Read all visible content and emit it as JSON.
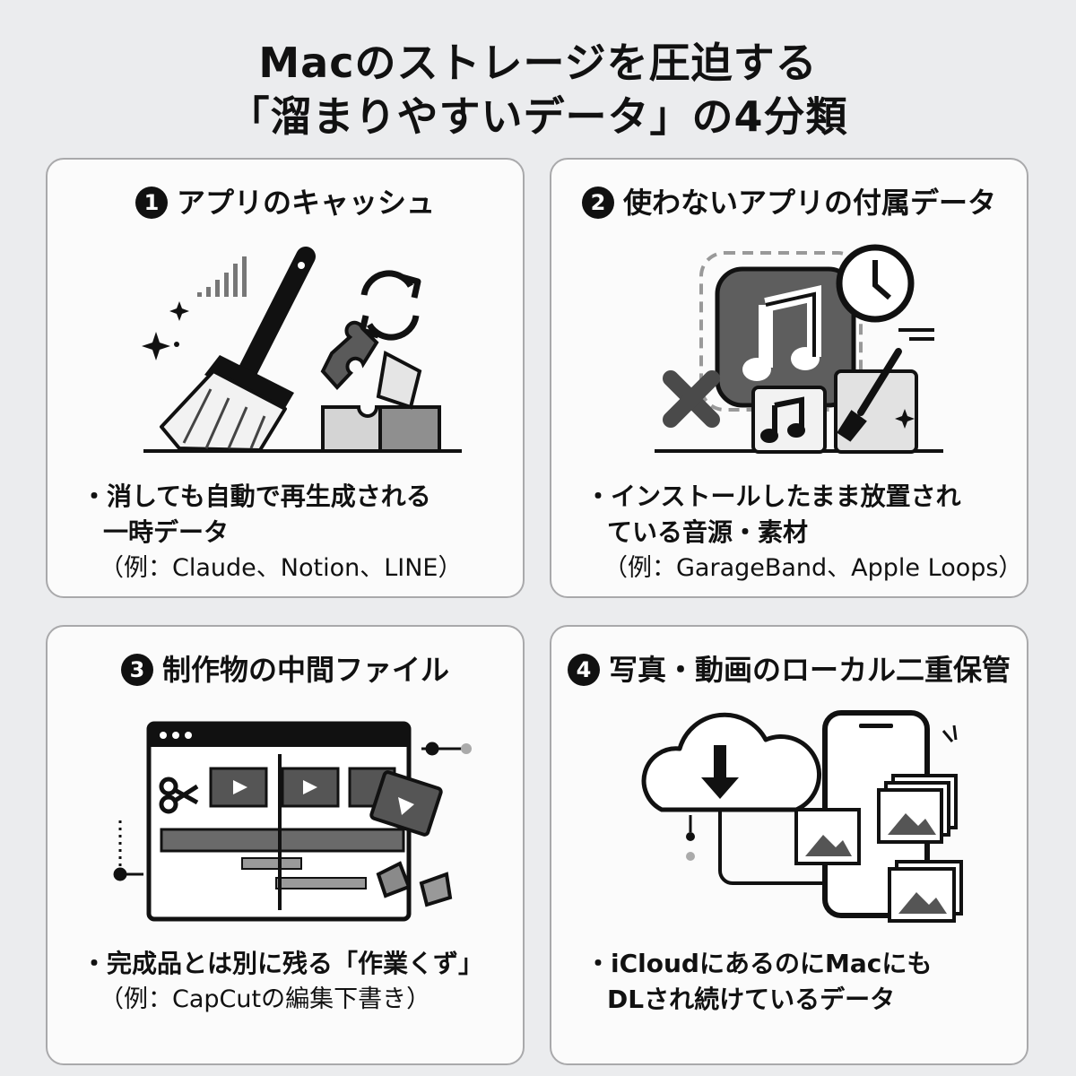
{
  "title": {
    "line1": "Macのストレージを圧迫する",
    "line2": "「溜まりやすいデータ」の4分類"
  },
  "cards": [
    {
      "number": "1",
      "title": "アプリのキャッシュ",
      "desc_line1": "・消しても自動で再生成される",
      "desc_line2": "一時データ",
      "example": "（例：Claude、Notion、LINE）",
      "icons": [
        "broom-icon",
        "refresh-icon",
        "puzzle-icon",
        "sparkle-icon"
      ]
    },
    {
      "number": "2",
      "title": "使わないアプリの付属データ",
      "desc_line1": "・インストールしたまま放置され",
      "desc_line2": "ている音源・素材",
      "example": "（例：GarageBand、Apple Loops）",
      "icons": [
        "music-app-icon",
        "clock-icon",
        "cross-icon",
        "paintbrush-icon"
      ]
    },
    {
      "number": "3",
      "title": "制作物の中間ファイル",
      "desc_line1": "・完成品とは別に残る「作業くず」",
      "desc_line2": "",
      "example": "（例：CapCutの編集下書き）",
      "icons": [
        "video-editor-icon",
        "scissors-icon",
        "film-icon"
      ]
    },
    {
      "number": "4",
      "title": "写真・動画のローカル二重保管",
      "desc_line1": "・iCloudにあるのにMacにも",
      "desc_line2": "DLされ続けているデータ",
      "example": "",
      "icons": [
        "cloud-download-icon",
        "smartphone-icon",
        "photo-stack-icon"
      ]
    }
  ]
}
